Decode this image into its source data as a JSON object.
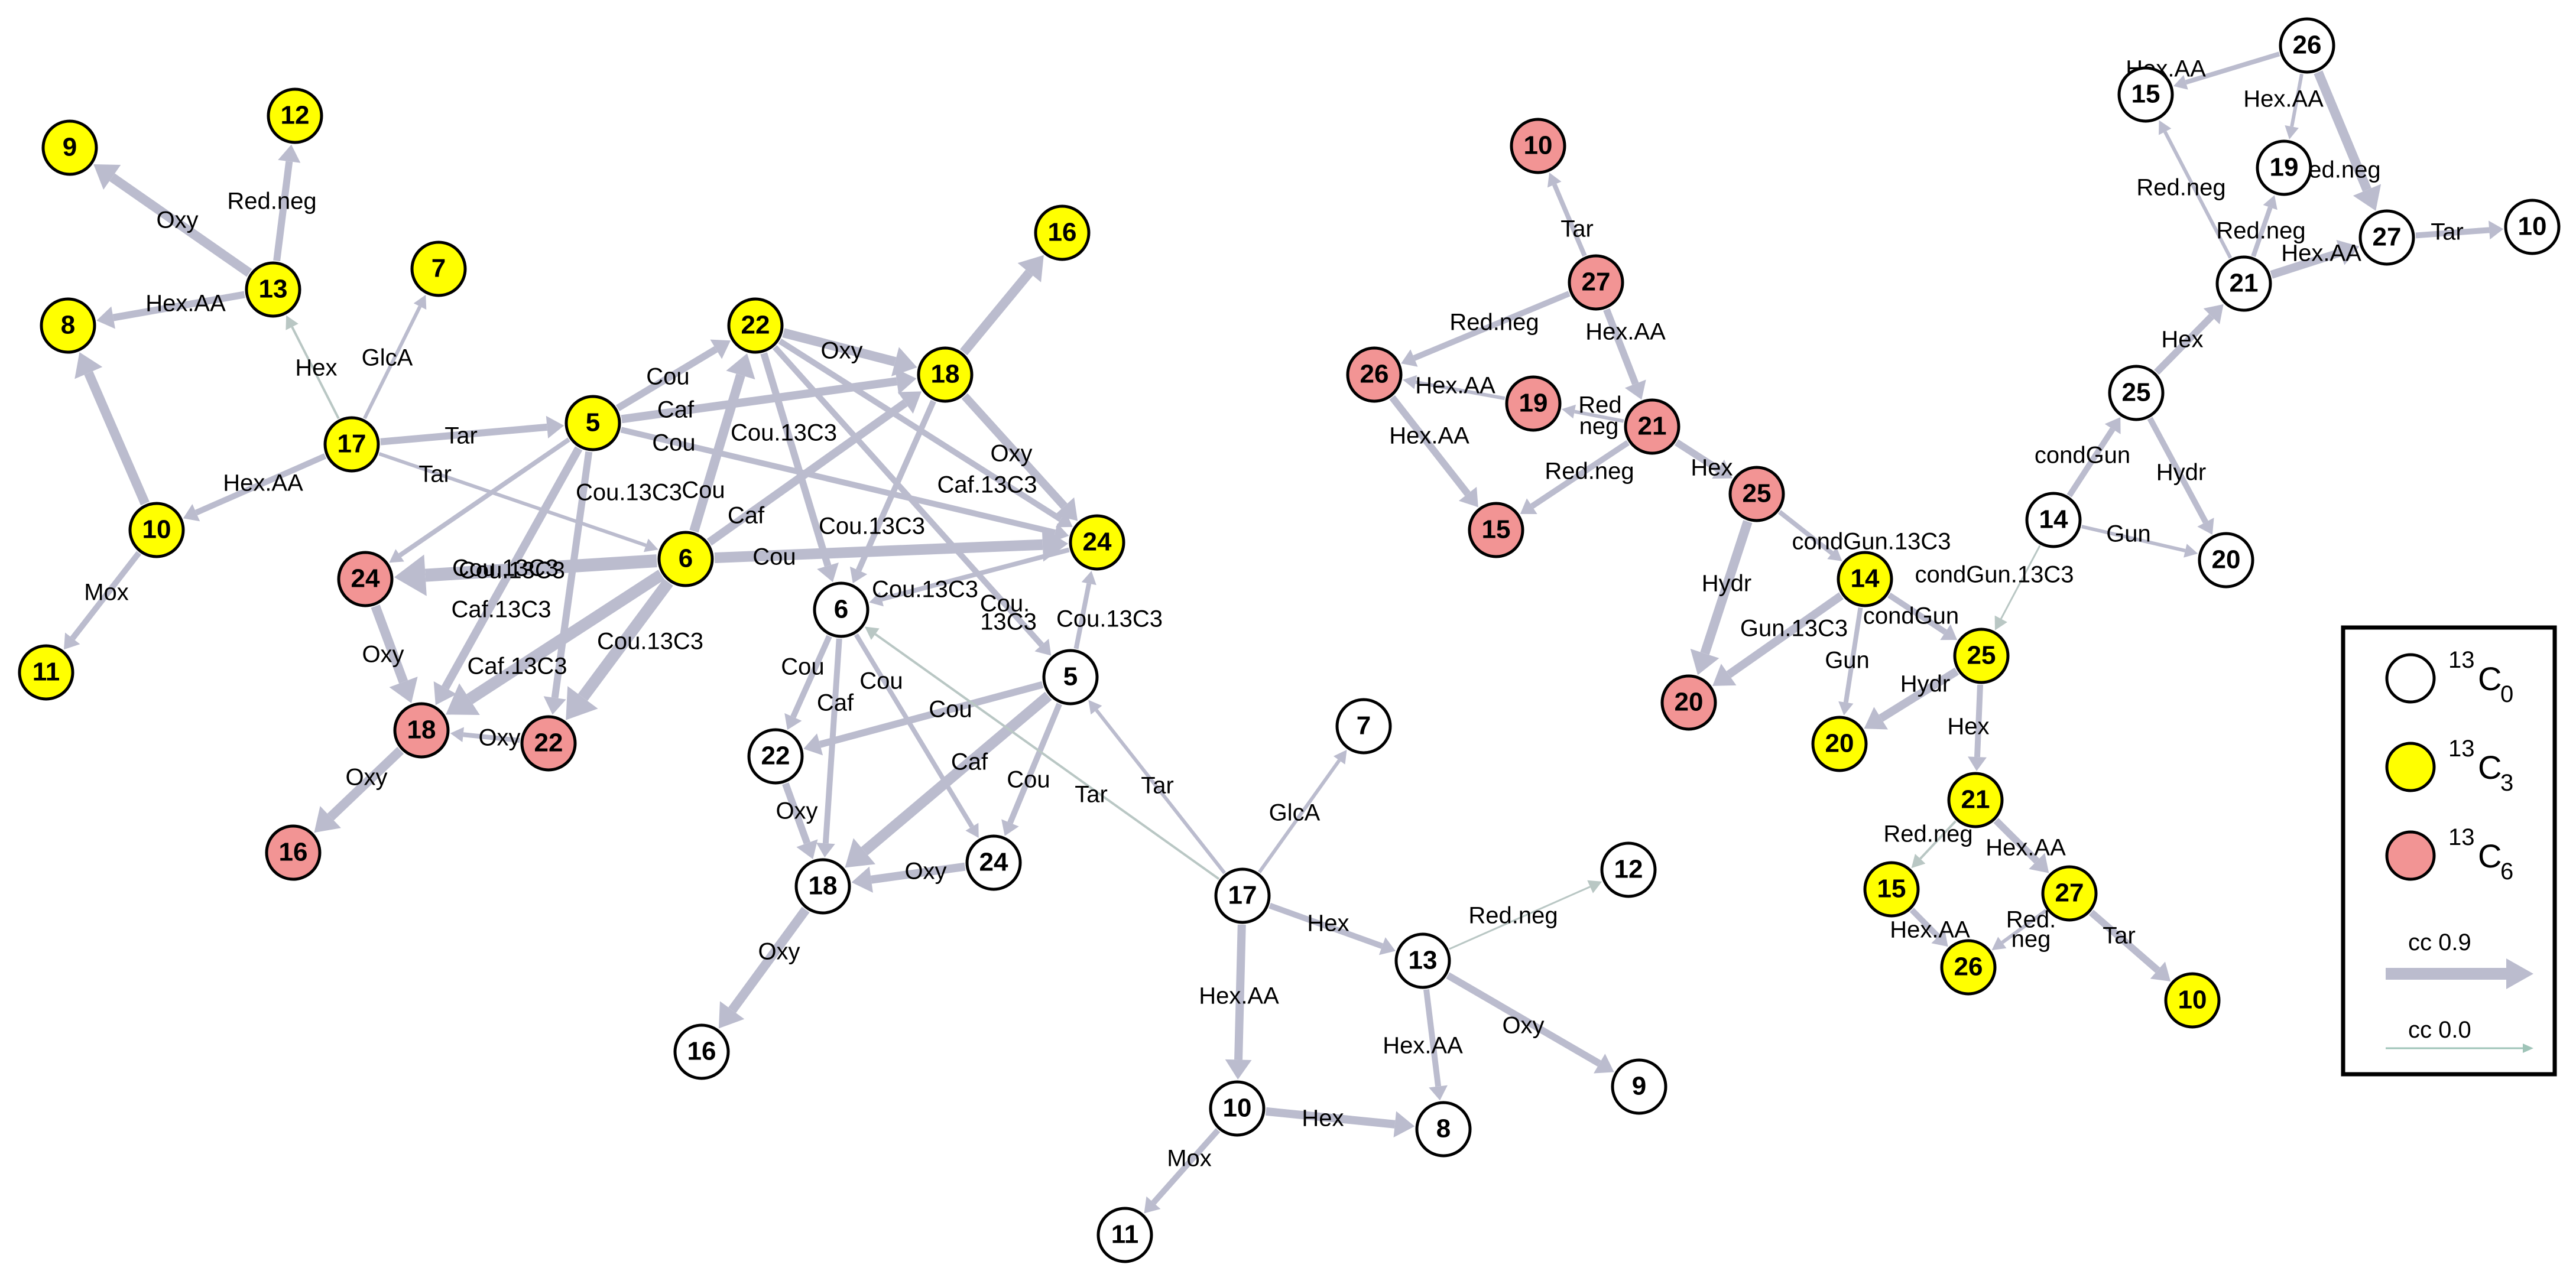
{
  "colors": {
    "c0": "#ffffff",
    "c3": "#ffff00",
    "c6": "#f29494",
    "edge": "#bbbcce",
    "edge_thin": "#b9c7c4",
    "stroke": "#000000"
  },
  "nodes": [
    {
      "id": "y9",
      "label": "9",
      "type": "c3"
    },
    {
      "id": "y12",
      "label": "12",
      "type": "c3"
    },
    {
      "id": "y13",
      "label": "13",
      "type": "c3"
    },
    {
      "id": "y8",
      "label": "8",
      "type": "c3"
    },
    {
      "id": "y7",
      "label": "7",
      "type": "c3"
    },
    {
      "id": "y17",
      "label": "17",
      "type": "c3"
    },
    {
      "id": "y10",
      "label": "10",
      "type": "c3"
    },
    {
      "id": "y11",
      "label": "11",
      "type": "c3"
    },
    {
      "id": "y5",
      "label": "5",
      "type": "c3"
    },
    {
      "id": "y22",
      "label": "22",
      "type": "c3"
    },
    {
      "id": "y18",
      "label": "18",
      "type": "c3"
    },
    {
      "id": "y16",
      "label": "16",
      "type": "c3"
    },
    {
      "id": "y24",
      "label": "24",
      "type": "c3"
    },
    {
      "id": "y6",
      "label": "6",
      "type": "c3"
    },
    {
      "id": "r24",
      "label": "24",
      "type": "c6"
    },
    {
      "id": "r18",
      "label": "18",
      "type": "c6"
    },
    {
      "id": "r22",
      "label": "22",
      "type": "c6"
    },
    {
      "id": "r16",
      "label": "16",
      "type": "c6"
    },
    {
      "id": "w6",
      "label": "6",
      "type": "c0"
    },
    {
      "id": "w5",
      "label": "5",
      "type": "c0"
    },
    {
      "id": "w22",
      "label": "22",
      "type": "c0"
    },
    {
      "id": "w18",
      "label": "18",
      "type": "c0"
    },
    {
      "id": "w24",
      "label": "24",
      "type": "c0"
    },
    {
      "id": "w16",
      "label": "16",
      "type": "c0"
    },
    {
      "id": "w7",
      "label": "7",
      "type": "c0"
    },
    {
      "id": "w17",
      "label": "17",
      "type": "c0"
    },
    {
      "id": "w12",
      "label": "12",
      "type": "c0"
    },
    {
      "id": "w13",
      "label": "13",
      "type": "c0"
    },
    {
      "id": "w10",
      "label": "10",
      "type": "c0"
    },
    {
      "id": "w8",
      "label": "8",
      "type": "c0"
    },
    {
      "id": "w9",
      "label": "9",
      "type": "c0"
    },
    {
      "id": "w11",
      "label": "11",
      "type": "c0"
    },
    {
      "id": "r10",
      "label": "10",
      "type": "c6"
    },
    {
      "id": "r27",
      "label": "27",
      "type": "c6"
    },
    {
      "id": "r26",
      "label": "26",
      "type": "c6"
    },
    {
      "id": "r19",
      "label": "19",
      "type": "c6"
    },
    {
      "id": "r21",
      "label": "21",
      "type": "c6"
    },
    {
      "id": "r15",
      "label": "15",
      "type": "c6"
    },
    {
      "id": "r25",
      "label": "25",
      "type": "c6"
    },
    {
      "id": "r20",
      "label": "20",
      "type": "c6"
    },
    {
      "id": "y14",
      "label": "14",
      "type": "c3"
    },
    {
      "id": "y25",
      "label": "25",
      "type": "c3"
    },
    {
      "id": "y20",
      "label": "20",
      "type": "c3"
    },
    {
      "id": "y21",
      "label": "21",
      "type": "c3"
    },
    {
      "id": "y15",
      "label": "15",
      "type": "c3"
    },
    {
      "id": "y27",
      "label": "27",
      "type": "c3"
    },
    {
      "id": "y26",
      "label": "26",
      "type": "c3"
    },
    {
      "id": "y10b",
      "label": "10",
      "type": "c3"
    },
    {
      "id": "w15b",
      "label": "15",
      "type": "c0"
    },
    {
      "id": "w26b",
      "label": "26",
      "type": "c0"
    },
    {
      "id": "w19b",
      "label": "19",
      "type": "c0"
    },
    {
      "id": "w27b",
      "label": "27",
      "type": "c0"
    },
    {
      "id": "w10b",
      "label": "10",
      "type": "c0"
    },
    {
      "id": "w21b",
      "label": "21",
      "type": "c0"
    },
    {
      "id": "w25b",
      "label": "25",
      "type": "c0"
    },
    {
      "id": "w14b",
      "label": "14",
      "type": "c0"
    },
    {
      "id": "w20b",
      "label": "20",
      "type": "c0"
    }
  ],
  "edge_labels": [
    "Oxy",
    "Red.neg",
    "Hex.AA",
    "Hex",
    "GlcA",
    "Hex.AA",
    "Mox",
    "Tar",
    "Tar",
    "Cou",
    "Caf",
    "Cou",
    "Cou.13C3",
    "Cou",
    "Oxy",
    "Cou.13C3",
    "Caf",
    "Cou.13C3",
    "Oxy",
    "Caf.13C3",
    "Cou",
    "Cou.13C3",
    "Cou.13C3",
    "Caf.13C3",
    "Caf.13C3",
    "Cou.13C3",
    "Oxy",
    "Oxy",
    "Oxy",
    "Cou.13C3",
    "Cou.",
    "13C3",
    "Cou.13C3",
    "Cou",
    "Caf",
    "Cou",
    "Cou",
    "Caf",
    "Cou",
    "Oxy",
    "Oxy",
    "Oxy",
    "Tar",
    "Tar",
    "GlcA",
    "Hex",
    "Red.neg",
    "Hex.AA",
    "Hex.AA",
    "Oxy",
    "Hex",
    "Mox",
    "Tar",
    "Red.neg",
    "Hex.AA",
    "Hex.AA",
    "Red",
    "neg",
    "Hex.AA",
    "Red.neg",
    "Hex",
    "condGun.13C3",
    "Hydr",
    "Gun.13C3",
    "condGun",
    "Gun",
    "Hydr",
    "Hex",
    "Red.neg",
    "Hex.AA",
    "Hex.AA",
    "Red.",
    "neg",
    "Tar",
    "Hex.AA",
    "Hex.AA",
    "Red.neg",
    "Red.neg",
    "Red.neg",
    "Hex.AA",
    "Tar",
    "Hex",
    "condGun",
    "Hydr",
    "Gun",
    "condGun.13C3"
  ],
  "legend": {
    "c0_sup": "13",
    "c0_base": "C",
    "c0_sub": "0",
    "c3_sup": "13",
    "c3_base": "C",
    "c3_sub": "3",
    "c6_sup": "13",
    "c6_base": "C",
    "c6_sub": "6",
    "cc_high": "cc 0.9",
    "cc_low": "cc 0.0"
  }
}
